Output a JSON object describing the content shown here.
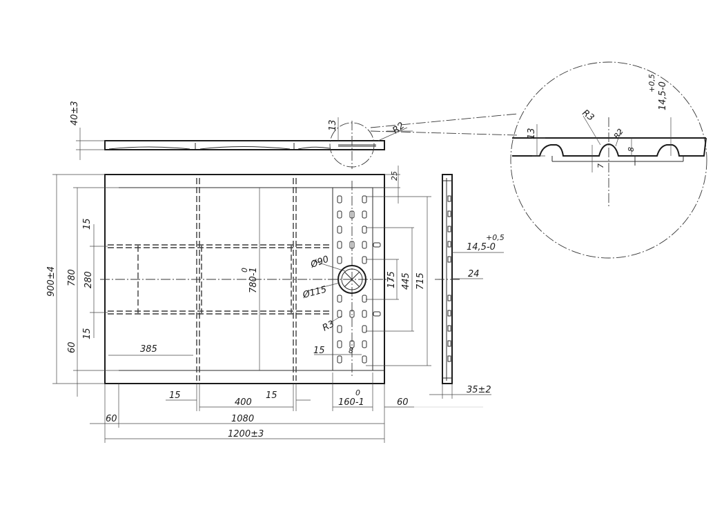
{
  "dimensions": {
    "height_40": "40±3",
    "overall_height": "900±4",
    "inner_height": "780",
    "channel_280": "280",
    "rib_15_top": "15",
    "rib_15_bottom": "15",
    "edge_60_left": "60",
    "span_385": "385",
    "center_0": "0",
    "center_780": "780-1",
    "width_25": "25",
    "dia_90": "Ø90",
    "dia_115": "Ø115",
    "radius_r3": "R3",
    "hole_15": "15",
    "hole_8": "8",
    "dim_175": "175",
    "dim_445": "445",
    "dim_715": "715",
    "bottom_15a": "15",
    "bottom_400": "400",
    "bottom_15b": "15",
    "bottom_0": "0",
    "bottom_160": "160-1",
    "bottom_60_right": "60",
    "bottom_60_left": "60",
    "bottom_1080": "1080",
    "overall_width": "1200±3",
    "side_145_tol": "+0,5",
    "side_145": "14,5-0",
    "side_24": "24",
    "side_35": "35±2",
    "top_13": "13",
    "top_r2": "R2"
  },
  "detail": {
    "tol": "+0,5",
    "dim_145": "14,5-0",
    "r3": "R3",
    "r2": "R2",
    "dim_13": "13",
    "dim_8": "8",
    "dim_7": "7"
  }
}
